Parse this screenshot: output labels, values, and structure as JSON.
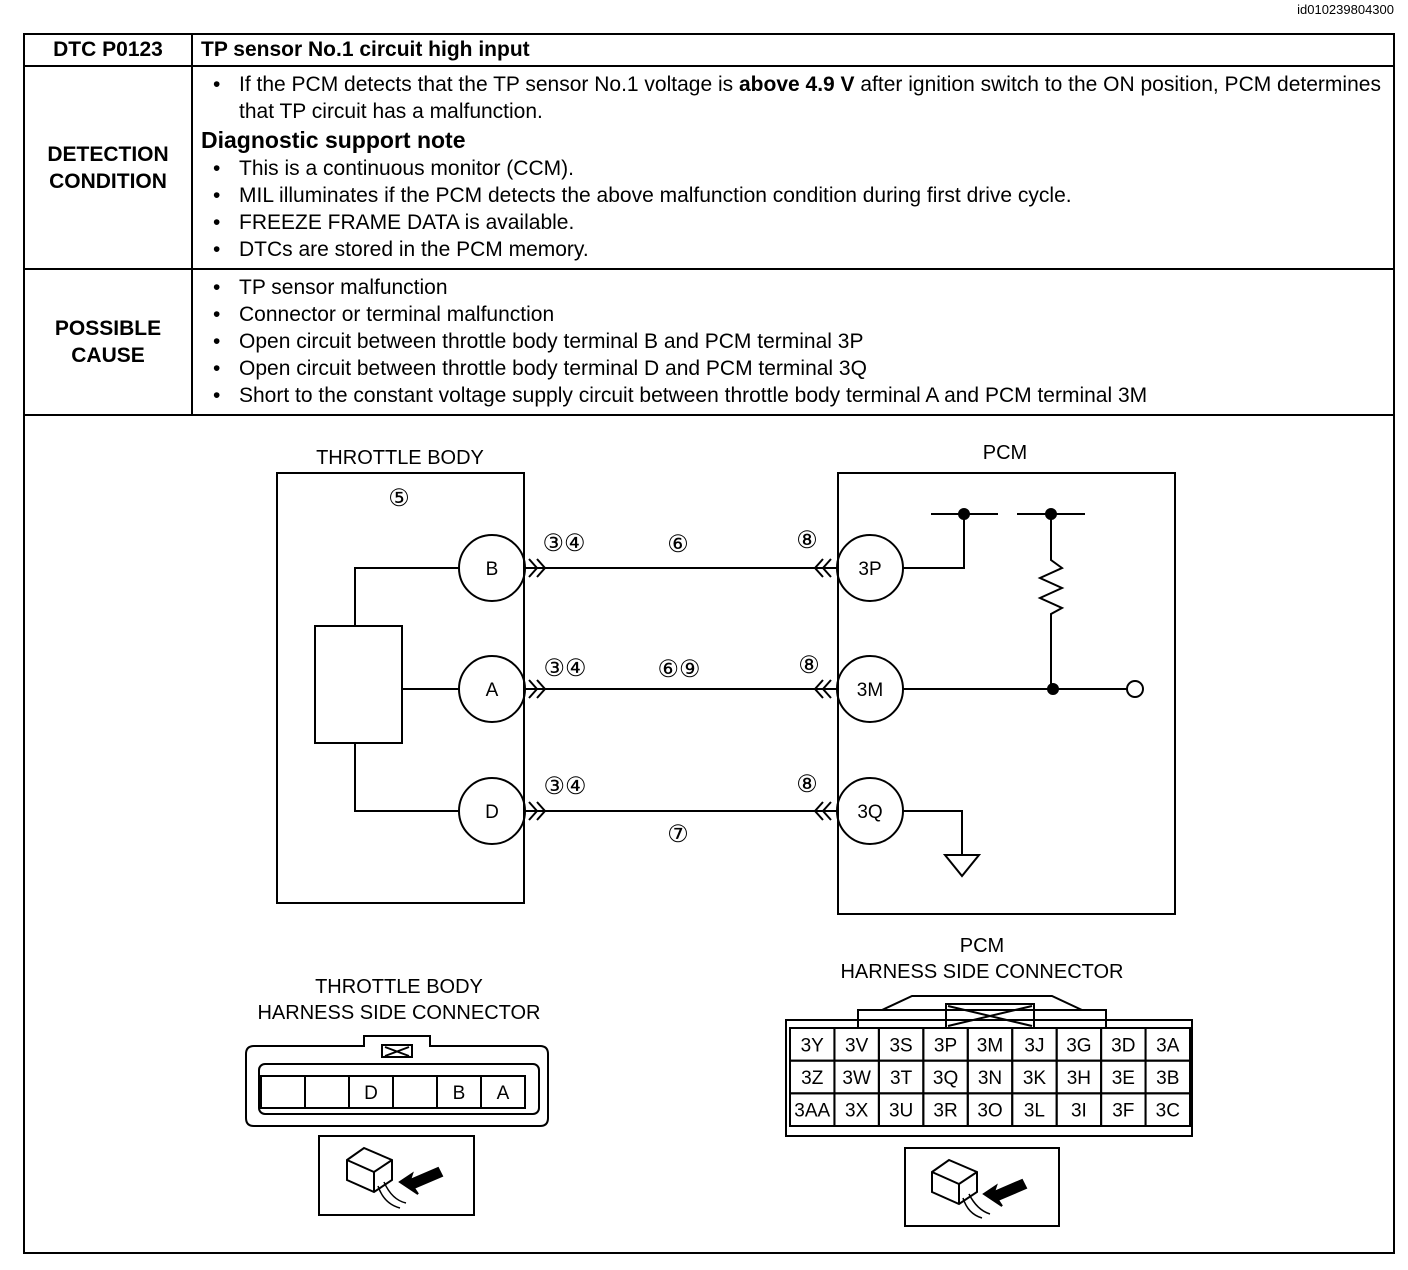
{
  "doc_id": "id010239804300",
  "header": {
    "code": "DTC P0123",
    "title": "TP sensor No.1 circuit high input"
  },
  "detection": {
    "label_line1": "DETECTION",
    "label_line2": "CONDITION",
    "line1_pre": "If the PCM detects that the TP sensor No.1 voltage is ",
    "line1_bold": "above 4.9 V",
    "line1_post": " after ignition switch to the ON position, PCM determines that TP circuit has a malfunction.",
    "note_title": "Diagnostic support note",
    "notes": [
      "This is a continuous monitor (CCM).",
      "MIL illuminates if the PCM detects the above malfunction condition during first drive cycle.",
      "FREEZE FRAME DATA is available.",
      "DTCs are stored in the PCM memory."
    ]
  },
  "cause": {
    "label_line1": "POSSIBLE",
    "label_line2": "CAUSE",
    "items": [
      "TP sensor malfunction",
      "Connector or terminal malfunction",
      "Open circuit between throttle body terminal B and PCM terminal 3P",
      "Open circuit between throttle body terminal D and PCM terminal 3Q",
      "Short to the constant voltage supply circuit between throttle body terminal A and PCM terminal 3M"
    ]
  },
  "diagram": {
    "throttle_body_label": "THROTTLE BODY",
    "pcm_label": "PCM",
    "tb_circle_num": "⑤",
    "tb_terminals": [
      "B",
      "A",
      "D"
    ],
    "pcm_terminals": [
      "3P",
      "3M",
      "3Q"
    ],
    "callouts": {
      "tb_conn_b": "③④",
      "tb_conn_a": "③④",
      "tb_conn_d": "③④",
      "wire_b": "⑥",
      "wire_a": "⑥⑨",
      "wire_d": "⑦",
      "pcm_conn_b": "⑧",
      "pcm_conn_a": "⑧",
      "pcm_conn_d": "⑧"
    },
    "tb_connector_title_line1": "THROTTLE BODY",
    "tb_connector_title_line2": "HARNESS SIDE CONNECTOR",
    "tb_connector_cells": [
      "",
      "",
      "D",
      "",
      "B",
      "A"
    ],
    "pcm_connector_title_line1": "PCM",
    "pcm_connector_title_line2": "HARNESS SIDE CONNECTOR",
    "pcm_connector_rows": [
      [
        "3Y",
        "3V",
        "3S",
        "3P",
        "3M",
        "3J",
        "3G",
        "3D",
        "3A"
      ],
      [
        "3Z",
        "3W",
        "3T",
        "3Q",
        "3N",
        "3K",
        "3H",
        "3E",
        "3B"
      ],
      [
        "3AA",
        "3X",
        "3U",
        "3R",
        "3O",
        "3L",
        "3I",
        "3F",
        "3C"
      ]
    ]
  }
}
